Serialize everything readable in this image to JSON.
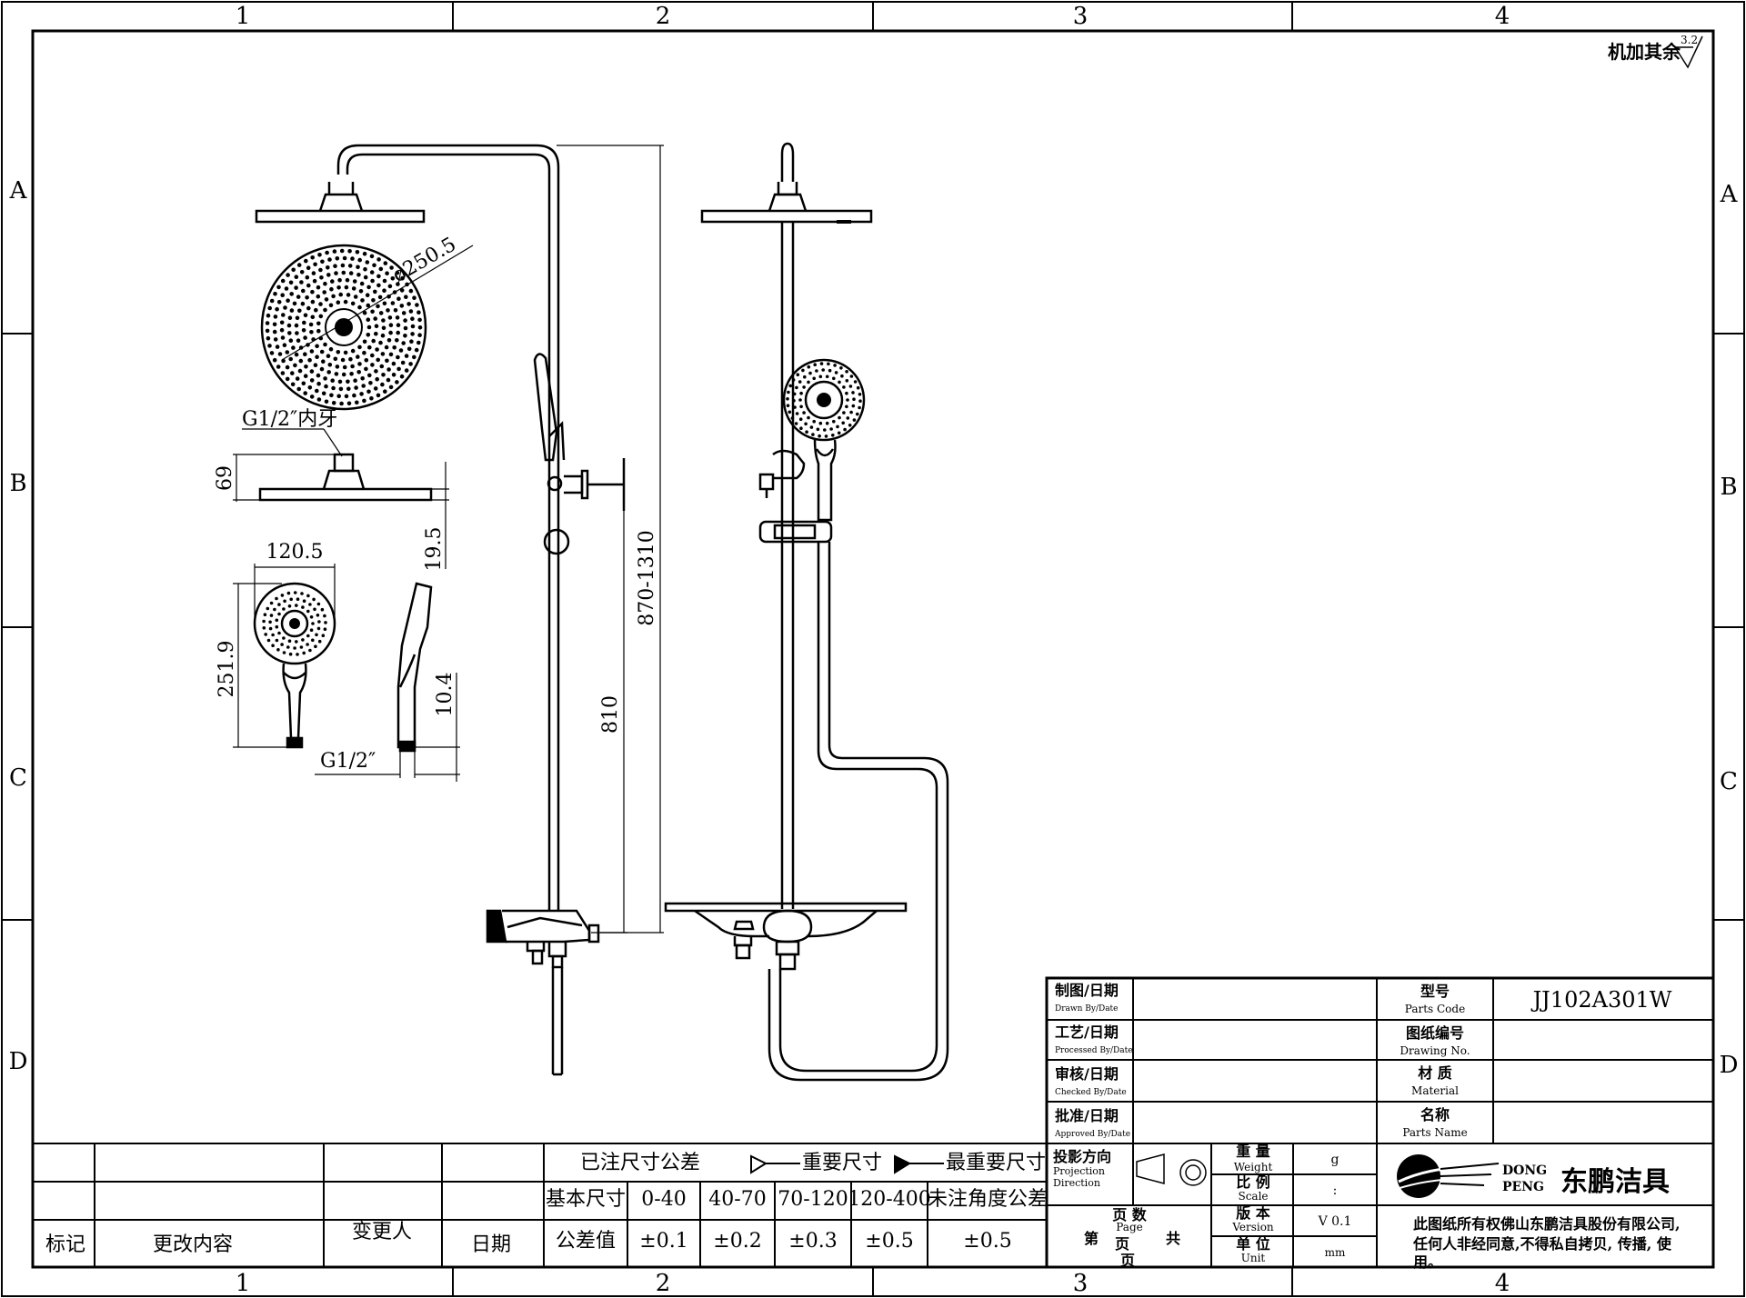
{
  "zones": {
    "columns": [
      "1",
      "2",
      "3",
      "4"
    ],
    "rows": [
      "A",
      "B",
      "C",
      "D"
    ]
  },
  "roughness": {
    "label": "机加其余",
    "value": "3.2"
  },
  "dimensions": {
    "head_diameter": "ø250.5",
    "head_thread": "G1/2″内牙",
    "head_height": "69",
    "head_thickness": "19.5",
    "hand_width": "120.5",
    "hand_length": "251.9",
    "hand_thickness": "10.4",
    "hand_thread": "G1/2″",
    "total_height": "870-1310",
    "mixer_height": "810"
  },
  "title_block": {
    "drawn": {
      "cn": "制图/日期",
      "en": "Drawn By/Date"
    },
    "processed": {
      "cn": "工艺/日期",
      "en": "Processed By/Date"
    },
    "checked": {
      "cn": "审核/日期",
      "en": "Checked By/Date"
    },
    "approved": {
      "cn": "批准/日期",
      "en": "Approved By/Date"
    },
    "parts_code": {
      "cn": "型号",
      "en": "Parts Code",
      "value": "JJ102A301W"
    },
    "drawing_no": {
      "cn": "图纸编号",
      "en": "Drawing No.",
      "value": ""
    },
    "material": {
      "cn": "材 质",
      "en": "Material",
      "value": ""
    },
    "parts_name": {
      "cn": "名称",
      "en": "Parts Name",
      "value": ""
    },
    "projection": {
      "cn": "投影方向",
      "en1": "Projection",
      "en2": "Direction"
    },
    "weight": {
      "cn": "重 量",
      "en": "Weight",
      "value": "g"
    },
    "scale": {
      "cn": "比 例",
      "en": "Scale",
      "value": ":"
    },
    "version": {
      "cn": "版 本",
      "en": "Version",
      "value": "V 0.1"
    },
    "unit": {
      "cn": "单 位",
      "en": "Unit",
      "value": "mm"
    },
    "page": {
      "cn": "页 数",
      "en": "Page",
      "di": "第",
      "ye": "页",
      "gong": "共",
      "ye2": "页"
    },
    "company": {
      "logo_en1": "DONG",
      "logo_en2": "PENG",
      "logo_cn": "东鹏洁具",
      "copyright1": "此图纸所有权佛山东鹏洁具股份有限公司,",
      "copyright2": "任何人非经同意,不得私自拷贝, 传播, 使",
      "copyright3": "用。"
    }
  },
  "revision": {
    "mark": "标记",
    "content": "更改内容",
    "changer": "变更人",
    "date": "日期"
  },
  "tolerance": {
    "title": "已注尺寸公差",
    "important": "重要尺寸",
    "most_important": "最重要尺寸",
    "basic_label": "基本尺寸",
    "ranges": [
      "0-40",
      "40-70",
      "70-120",
      "120-400"
    ],
    "angle_label": "未注角度公差",
    "value_label": "公差值",
    "values": [
      "±0.1",
      "±0.2",
      "±0.3",
      "±0.5",
      "±0.5"
    ]
  }
}
